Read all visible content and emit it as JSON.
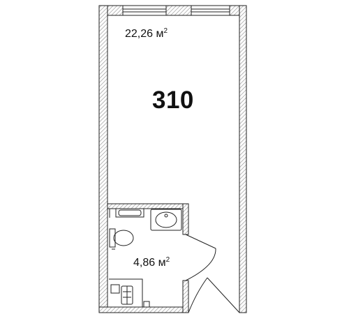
{
  "plan": {
    "unit_number": "310",
    "rooms": [
      {
        "name": "main-room",
        "area_value": "22,26 м",
        "area_exp": "2"
      },
      {
        "name": "bathroom",
        "area_value": "4,86 м",
        "area_exp": "2"
      }
    ]
  },
  "colors": {
    "wall_hatch": "#c8c8c8",
    "wall_outline": "#222222",
    "line": "#1a1a1a"
  },
  "icons": [
    "window-icon",
    "door-swing-icon",
    "sink-icon",
    "toilet-icon",
    "bathtub-icon",
    "shower-icon"
  ]
}
